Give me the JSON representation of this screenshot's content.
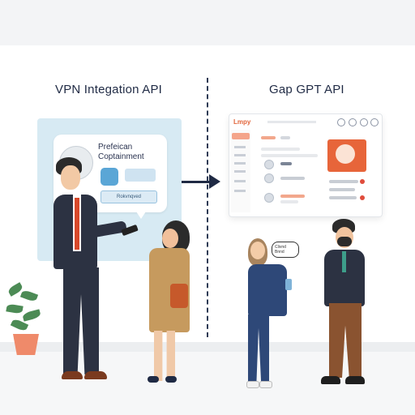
{
  "left": {
    "heading": "VPN Integation API",
    "bubble_title": "Prefeican Coptainment",
    "bubble_button": "Rokvnqved"
  },
  "right": {
    "heading": "Gap GPT API",
    "dashboard_logo": "Lmpy",
    "speech_bubble": "Clivnd Bnnd"
  },
  "colors": {
    "accent_orange": "#e7653a",
    "panel_blue": "#d7eaf3",
    "navy": "#1f2a44"
  }
}
